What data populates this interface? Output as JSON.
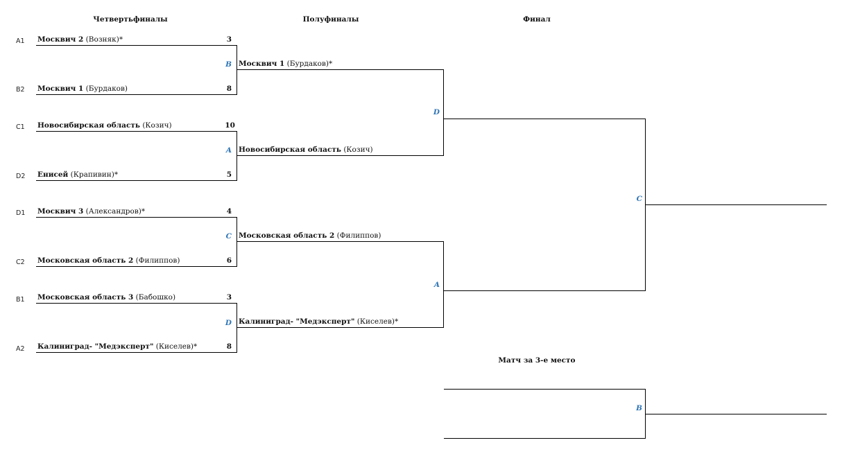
{
  "headers": {
    "quarterfinals": "Четвертьфиналы",
    "semifinals": "Полуфиналы",
    "final": "Финал",
    "third_place": "Матч за 3-е место"
  },
  "court_color": "#2f75b5",
  "quarterfinals": [
    {
      "court": "B",
      "teams": [
        {
          "seed": "A1",
          "name": "Москвич 2",
          "coach": " (Возняк)*",
          "score": "3"
        },
        {
          "seed": "B2",
          "name": "Москвич 1",
          "coach": " (Бурдаков)",
          "score": "8"
        }
      ]
    },
    {
      "court": "A",
      "teams": [
        {
          "seed": "C1",
          "name": "Новосибирская область",
          "coach": " (Козич)",
          "score": "10"
        },
        {
          "seed": "D2",
          "name": "Енисей",
          "coach": " (Крапивин)*",
          "score": "5"
        }
      ]
    },
    {
      "court": "C",
      "teams": [
        {
          "seed": "D1",
          "name": "Москвич 3",
          "coach": " (Александров)*",
          "score": "4"
        },
        {
          "seed": "C2",
          "name": "Московская область 2",
          "coach": " (Филиппов)",
          "score": "6"
        }
      ]
    },
    {
      "court": "D",
      "teams": [
        {
          "seed": "B1",
          "name": "Московская область 3",
          "coach": " (Бабошко)",
          "score": "3"
        },
        {
          "seed": "A2",
          "name": "Калиниград- \"Медэксперт\"",
          "coach": " (Киселев)*",
          "score": "8"
        }
      ]
    }
  ],
  "semifinals": [
    {
      "court": "D",
      "teams": [
        {
          "name": "Москвич 1",
          "coach": " (Бурдаков)*"
        },
        {
          "name": "Новосибирская область",
          "coach": " (Козич)"
        }
      ]
    },
    {
      "court": "A",
      "teams": [
        {
          "name": "Московская область 2",
          "coach": " (Филиппов)"
        },
        {
          "name": "Калиниград- \"Медэксперт\"",
          "coach": " (Киселев)*"
        }
      ]
    }
  ],
  "final": {
    "court": "C"
  },
  "third_place": {
    "court": "B"
  }
}
